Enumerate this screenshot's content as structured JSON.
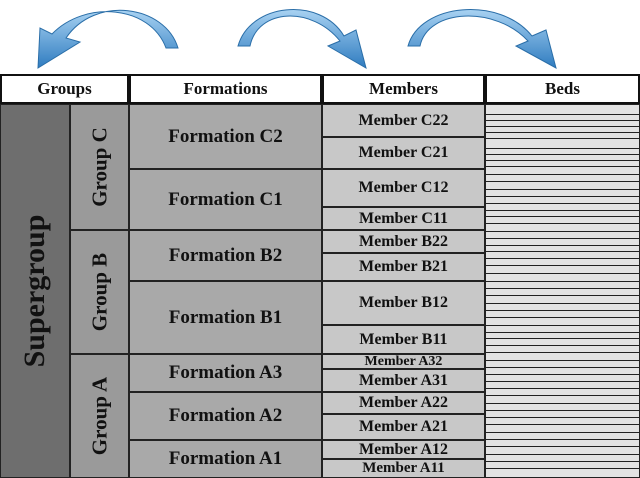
{
  "headers": {
    "groups": "Groups",
    "formations": "Formations",
    "members": "Members",
    "beds": "Beds"
  },
  "supergroup": "Supergroup",
  "groups": [
    "Group C",
    "Group B",
    "Group A"
  ],
  "formations": [
    "Formation C2",
    "Formation C1",
    "Formation B2",
    "Formation B1",
    "Formation A3",
    "Formation A2",
    "Formation A1"
  ],
  "members": [
    "Member C22",
    "Member C21",
    "Member C12",
    "Member C11",
    "Member B22",
    "Member B21",
    "Member B12",
    "Member B11",
    "Member A32",
    "Member A31",
    "Member A22",
    "Member A21",
    "Member A12",
    "Member A11"
  ],
  "colors": {
    "arrow": "#3a86c8",
    "supergroup": "#6e6e6e",
    "group": "#9a9a9a",
    "formation": "#a9a9a9",
    "member": "#c8c8c8",
    "beds": "#e3e3e3"
  }
}
